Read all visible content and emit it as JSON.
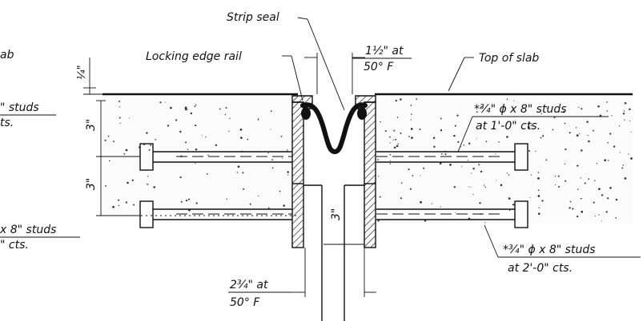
{
  "labels": {
    "strip_seal": "Strip seal",
    "locking_edge_rail": "Locking edge rail",
    "opening_top_a": "1½\" at",
    "opening_top_b": "50° F",
    "top_of_slab": "Top of slab",
    "left_slab_cut": "ab",
    "left_studs_top_a": "\" studs",
    "left_studs_top_b": "ts.",
    "left_studs_bot_a": "x 8\" studs",
    "left_studs_bot_b": "\" cts.",
    "right_studs_top_a": "*¾\" ϕ x 8\" studs",
    "right_studs_top_b": "at 1'-0\" cts.",
    "right_studs_bot_a": "*¾\" ϕ x 8\" studs",
    "right_studs_bot_b": "at 2'-0\" cts.",
    "opening_bot_a": "2¾\" at",
    "opening_bot_b": "50° F",
    "dim_quarter": "¼\"",
    "dim_3_upper": "3\"",
    "dim_3_lower": "3\"",
    "dim_3_center": "3\""
  },
  "colors": {
    "ink": "#111111",
    "background": "#ffffff"
  }
}
